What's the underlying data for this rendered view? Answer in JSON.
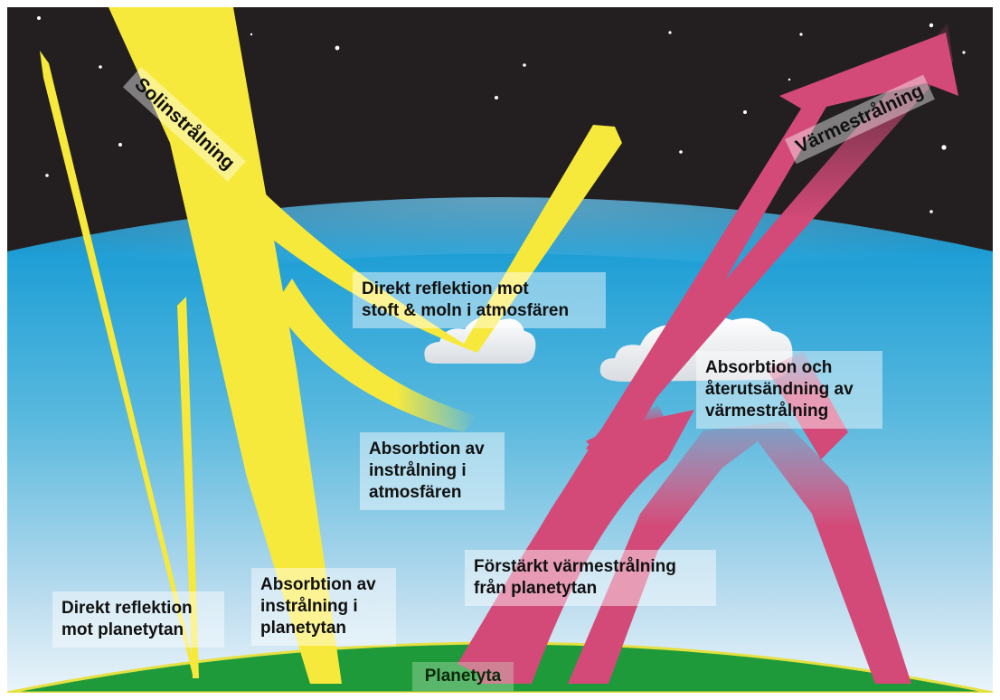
{
  "diagram": {
    "bands": {
      "solar": "Solinstrålning",
      "heat": "Värmestrålning"
    },
    "labels": {
      "reflection_atmosphere": [
        "Direkt reflektion mot",
        "stoft & moln i atmosfären"
      ],
      "absorption_atmosphere": [
        "Absorbtion av",
        "instrålning i",
        "atmosfären"
      ],
      "absorption_reemission": [
        "Absorbtion och",
        "återutsändning av",
        "värmestrålning"
      ],
      "amplified_heat": [
        "Förstärkt värmestrålning",
        "från planetytan"
      ],
      "reflection_surface": [
        "Direkt reflektion",
        "mot planetytan"
      ],
      "absorption_surface": [
        "Absorbtion av",
        "instrålning i",
        "planetytan"
      ],
      "surface": "Planetyta"
    },
    "colors": {
      "space": "#231f20",
      "atmosphere_blue": "#2aa9dc",
      "solar_yellow": "#f7e93c",
      "heat_pink": "#d34a78",
      "surface_green": "#1f9a3a"
    }
  }
}
